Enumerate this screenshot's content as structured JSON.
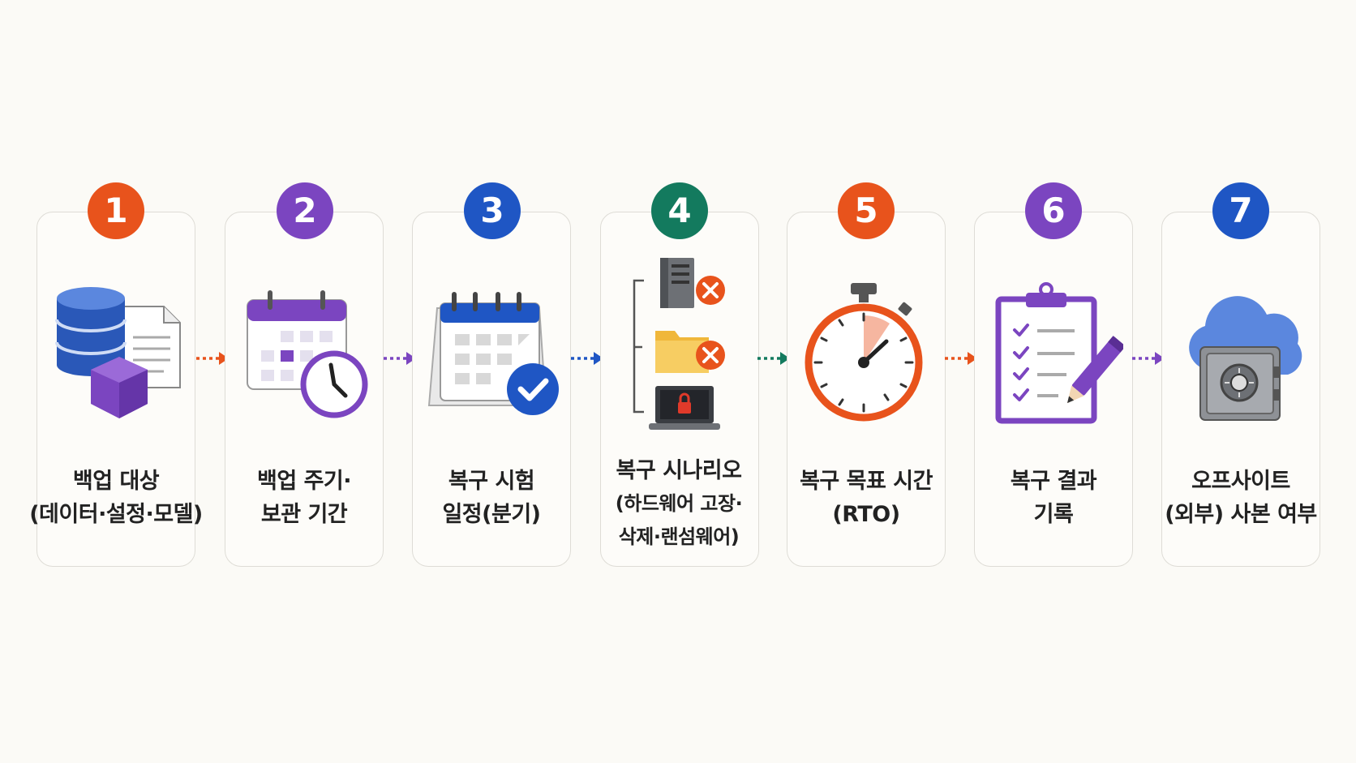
{
  "colors": {
    "orange": "#e8531c",
    "purple": "#7b45c0",
    "blue": "#1f56c4",
    "green": "#137a5e",
    "background": "#fbfaf6",
    "card_border": "#dedcd6",
    "text": "#222222"
  },
  "steps": [
    {
      "number": "1",
      "lines": [
        "백업 대상",
        "(데이터·설정·모델)"
      ],
      "icon": "database-document-box-icon",
      "color": "orange"
    },
    {
      "number": "2",
      "lines": [
        "백업 주기·",
        "보관 기간"
      ],
      "icon": "calendar-clock-icon",
      "color": "purple"
    },
    {
      "number": "3",
      "lines": [
        "복구 시험",
        "일정(분기)"
      ],
      "icon": "calendar-check-icon",
      "color": "blue"
    },
    {
      "number": "4",
      "lines": [
        "복구 시나리오",
        "(하드웨어 고장·",
        "삭제·랜섬웨어)"
      ],
      "icon": "failure-scenarios-icon",
      "color": "green"
    },
    {
      "number": "5",
      "lines": [
        "복구 목표 시간",
        "(RTO)"
      ],
      "icon": "stopwatch-icon",
      "color": "orange"
    },
    {
      "number": "6",
      "lines": [
        "복구 결과",
        "기록"
      ],
      "icon": "clipboard-checklist-icon",
      "color": "purple"
    },
    {
      "number": "7",
      "lines": [
        "오프사이트",
        "(외부) 사본 여부"
      ],
      "icon": "cloud-safe-icon",
      "color": "blue"
    }
  ]
}
